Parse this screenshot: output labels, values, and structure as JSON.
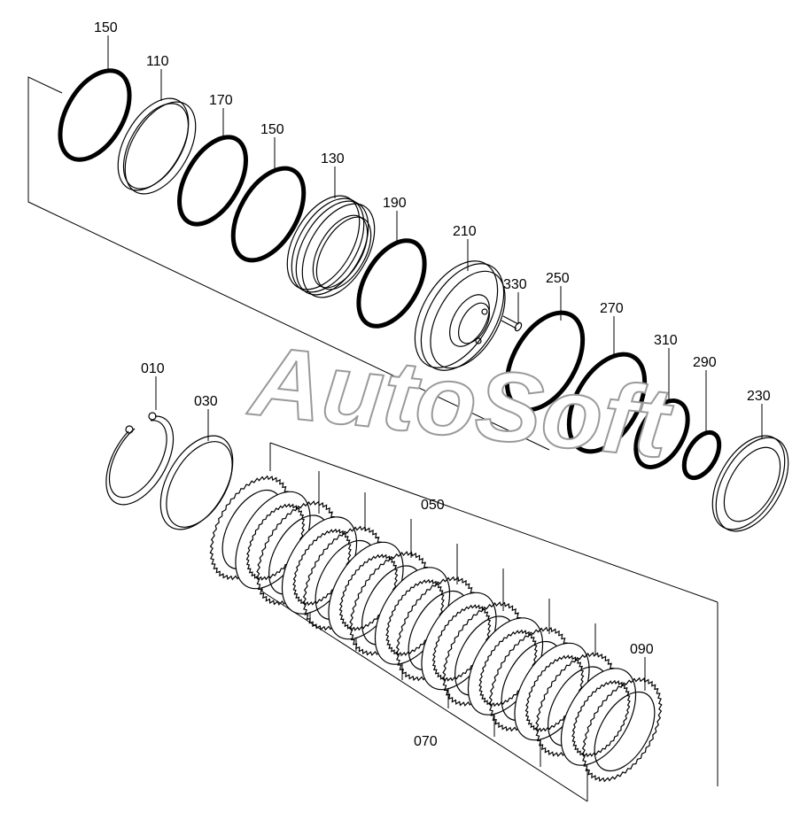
{
  "diagram": {
    "watermark": "AutoSoft",
    "part_labels": {
      "p150a": "150",
      "p110": "110",
      "p170": "170",
      "p150b": "150",
      "p130": "130",
      "p190": "190",
      "p210": "210",
      "p330": "330",
      "p250": "250",
      "p270": "270",
      "p310": "310",
      "p290": "290",
      "p230": "230",
      "p010": "010",
      "p030": "030",
      "p050": "050",
      "p070": "070",
      "p090": "090"
    }
  }
}
